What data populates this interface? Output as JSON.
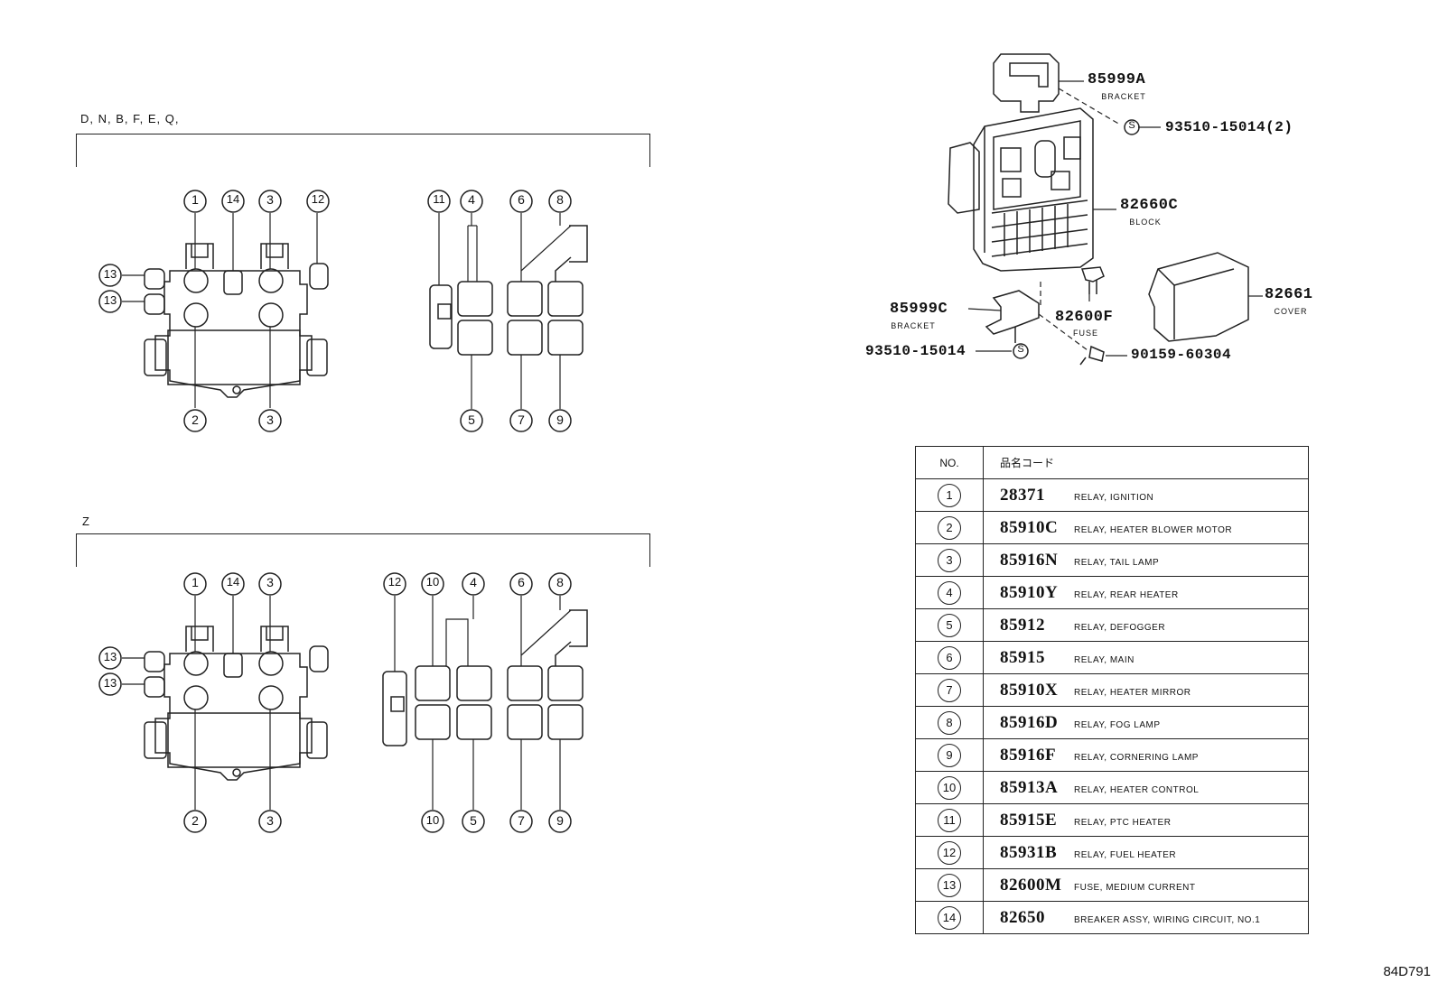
{
  "sections": {
    "top_label": "D, N, B, F, E, Q,",
    "bottom_label": "Z"
  },
  "callouts": {
    "n1": "1",
    "n2": "2",
    "n3": "3",
    "n4": "4",
    "n5": "5",
    "n6": "6",
    "n7": "7",
    "n8": "8",
    "n9": "9",
    "n10": "10",
    "n11": "11",
    "n12": "12",
    "n13": "13",
    "n14": "14"
  },
  "assembly": {
    "bracket_a": {
      "part": "85999A",
      "name": "BRACKET"
    },
    "screw_a": {
      "part": "93510-15014(2)",
      "symbol": "S"
    },
    "block": {
      "part": "82660C",
      "name": "BLOCK"
    },
    "bracket_c": {
      "part": "85999C",
      "name": "BRACKET"
    },
    "fuse": {
      "part": "82600F",
      "name": "FUSE"
    },
    "cover": {
      "part": "82661",
      "name": "COVER"
    },
    "screw_c": {
      "part": "93510-15014",
      "symbol": "S"
    },
    "bolt": {
      "part": "90159-60304"
    }
  },
  "table": {
    "header_no": "NO.",
    "header_code": "品名コード",
    "rows": [
      {
        "no": "1",
        "code": "28371",
        "desc": "RELAY, IGNITION"
      },
      {
        "no": "2",
        "code": "85910C",
        "desc": "RELAY, HEATER BLOWER MOTOR"
      },
      {
        "no": "3",
        "code": "85916N",
        "desc": "RELAY, TAIL LAMP"
      },
      {
        "no": "4",
        "code": "85910Y",
        "desc": "RELAY, REAR HEATER"
      },
      {
        "no": "5",
        "code": "85912",
        "desc": "RELAY, DEFOGGER"
      },
      {
        "no": "6",
        "code": "85915",
        "desc": "RELAY, MAIN"
      },
      {
        "no": "7",
        "code": "85910X",
        "desc": "RELAY, HEATER MIRROR"
      },
      {
        "no": "8",
        "code": "85916D",
        "desc": "RELAY, FOG LAMP"
      },
      {
        "no": "9",
        "code": "85916F",
        "desc": "RELAY, CORNERING LAMP"
      },
      {
        "no": "10",
        "code": "85913A",
        "desc": "RELAY, HEATER CONTROL"
      },
      {
        "no": "11",
        "code": "85915E",
        "desc": "RELAY, PTC HEATER"
      },
      {
        "no": "12",
        "code": "85931B",
        "desc": "RELAY, FUEL HEATER"
      },
      {
        "no": "13",
        "code": "82600M",
        "desc": "FUSE, MEDIUM CURRENT"
      },
      {
        "no": "14",
        "code": "82650",
        "desc": "BREAKER ASSY, WIRING CIRCUIT, NO.1"
      }
    ]
  },
  "diagram_id": "84D791"
}
